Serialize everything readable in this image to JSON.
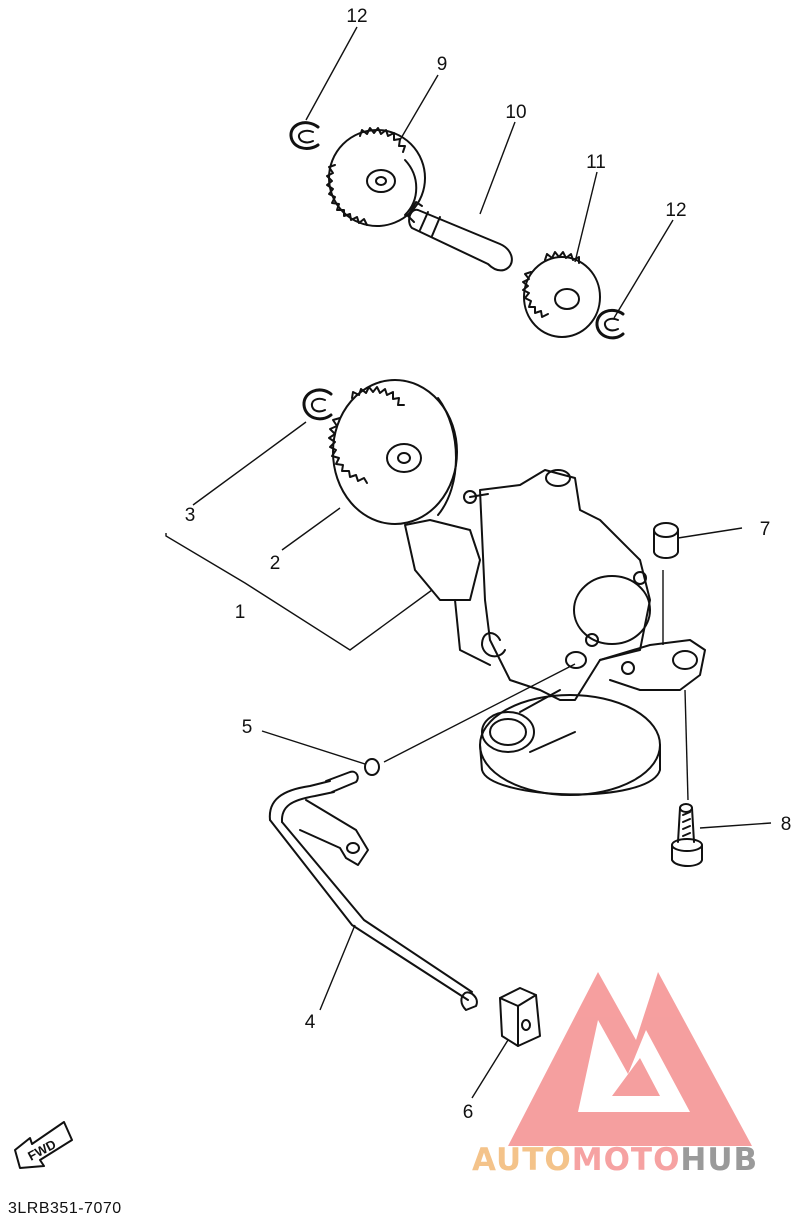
{
  "diagram": {
    "callouts": [
      "12",
      "9",
      "10",
      "11",
      "12",
      "3",
      "2",
      "1",
      "7",
      "5",
      "8",
      "4",
      "6"
    ],
    "drawing_code": "3LRB351-7070",
    "fwd_label": "FWD"
  },
  "watermark": {
    "part1": "AUTO",
    "part2": "MOTO",
    "part3": "HUB",
    "logo_color": "#f59a9a",
    "text_colors": {
      "auto": "#f4c38a",
      "moto": "#f6a2a2",
      "hub": "#9a9a9a"
    }
  }
}
